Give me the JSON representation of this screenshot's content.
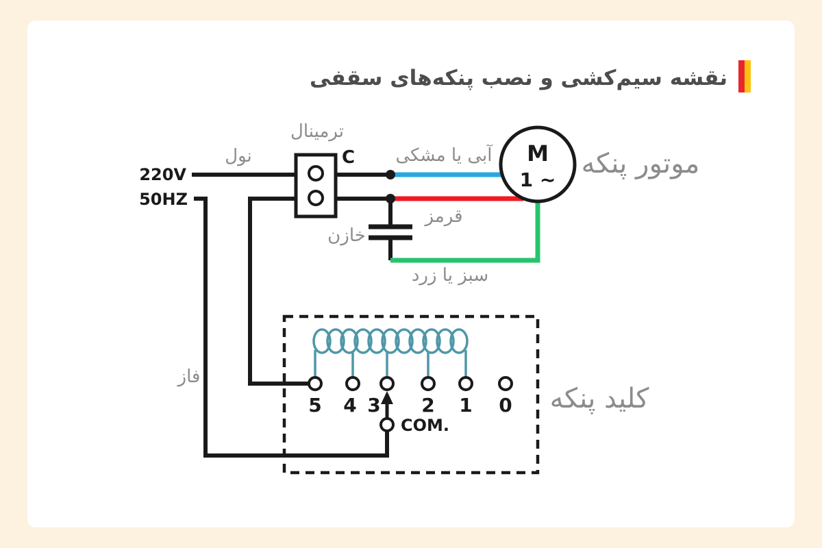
{
  "title": "نقشه سیم‌کشی و نصب پنکه‌های سقفی",
  "power": {
    "voltage": "220V",
    "frequency": "50HZ"
  },
  "wire_labels": {
    "neutral": "نول",
    "phase": "فاز",
    "blue_or_black": "آبی یا مشکی",
    "red": "قرمز",
    "green_or_yellow": "سبز یا زرد"
  },
  "terminal": {
    "label": "ترمینال",
    "c_mark": "C"
  },
  "capacitor": {
    "label": "خازن"
  },
  "motor": {
    "label": "موتور پنکه",
    "letter": "M",
    "phase_mark": "1 ∼"
  },
  "switch": {
    "label": "کلید پنکه",
    "com": "COM.",
    "positions": [
      "5",
      "4",
      "3",
      "2",
      "1",
      "0"
    ]
  },
  "colors": {
    "background": "#fdf1e0",
    "card": "#ffffff",
    "wire_black": "#1a1a1a",
    "wire_blue": "#29a8e0",
    "wire_red": "#ed1c24",
    "wire_green": "#27c46f",
    "coil_teal": "#4e97a8",
    "label_gray": "#8c8c8c",
    "title_gray": "#4d4d4d",
    "accent_red": "#e8262d",
    "accent_yellow": "#ffc20e"
  }
}
